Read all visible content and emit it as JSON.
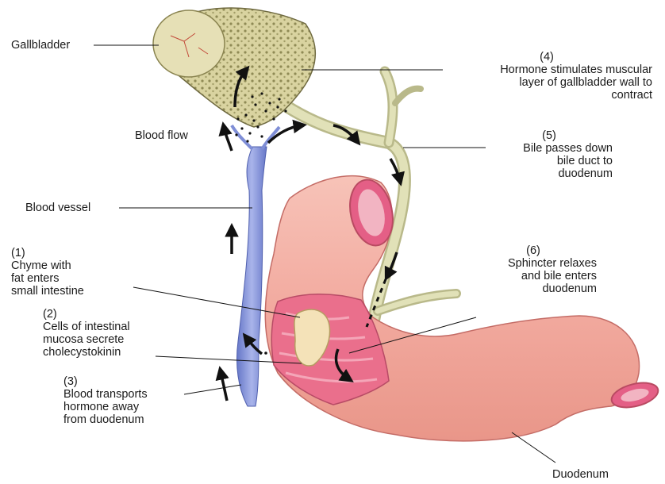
{
  "labels": {
    "gallbladder": "Gallbladder",
    "blood_flow": "Blood flow",
    "blood_vessel": "Blood vessel",
    "duodenum": "Duodenum"
  },
  "steps": [
    {
      "num": "(1)",
      "lines": [
        "Chyme with",
        "fat enters",
        "small intestine"
      ]
    },
    {
      "num": "(2)",
      "lines": [
        "Cells of intestinal",
        "mucosa secrete",
        "cholecystokinin"
      ]
    },
    {
      "num": "(3)",
      "lines": [
        "Blood transports",
        "hormone away",
        "from duodenum"
      ]
    },
    {
      "num": "(4)",
      "lines": [
        "Hormone stimulates muscular",
        "layer of gallbladder wall to",
        "contract"
      ]
    },
    {
      "num": "(5)",
      "lines": [
        "Bile passes down",
        "bile duct to",
        "duodenum"
      ]
    },
    {
      "num": "(6)",
      "lines": [
        "Sphincter relaxes",
        "and bile enters",
        "duodenum"
      ]
    }
  ],
  "colors": {
    "gallbladder": "#d9d3a0",
    "gallbladder_spots": "#8f8a55",
    "bile_duct": "#d6d6a8",
    "blood_vessel": "#7f8ed6",
    "intestine": "#f0a9a2",
    "intestine_inner": "#e45f86",
    "arrows": "#111111"
  }
}
